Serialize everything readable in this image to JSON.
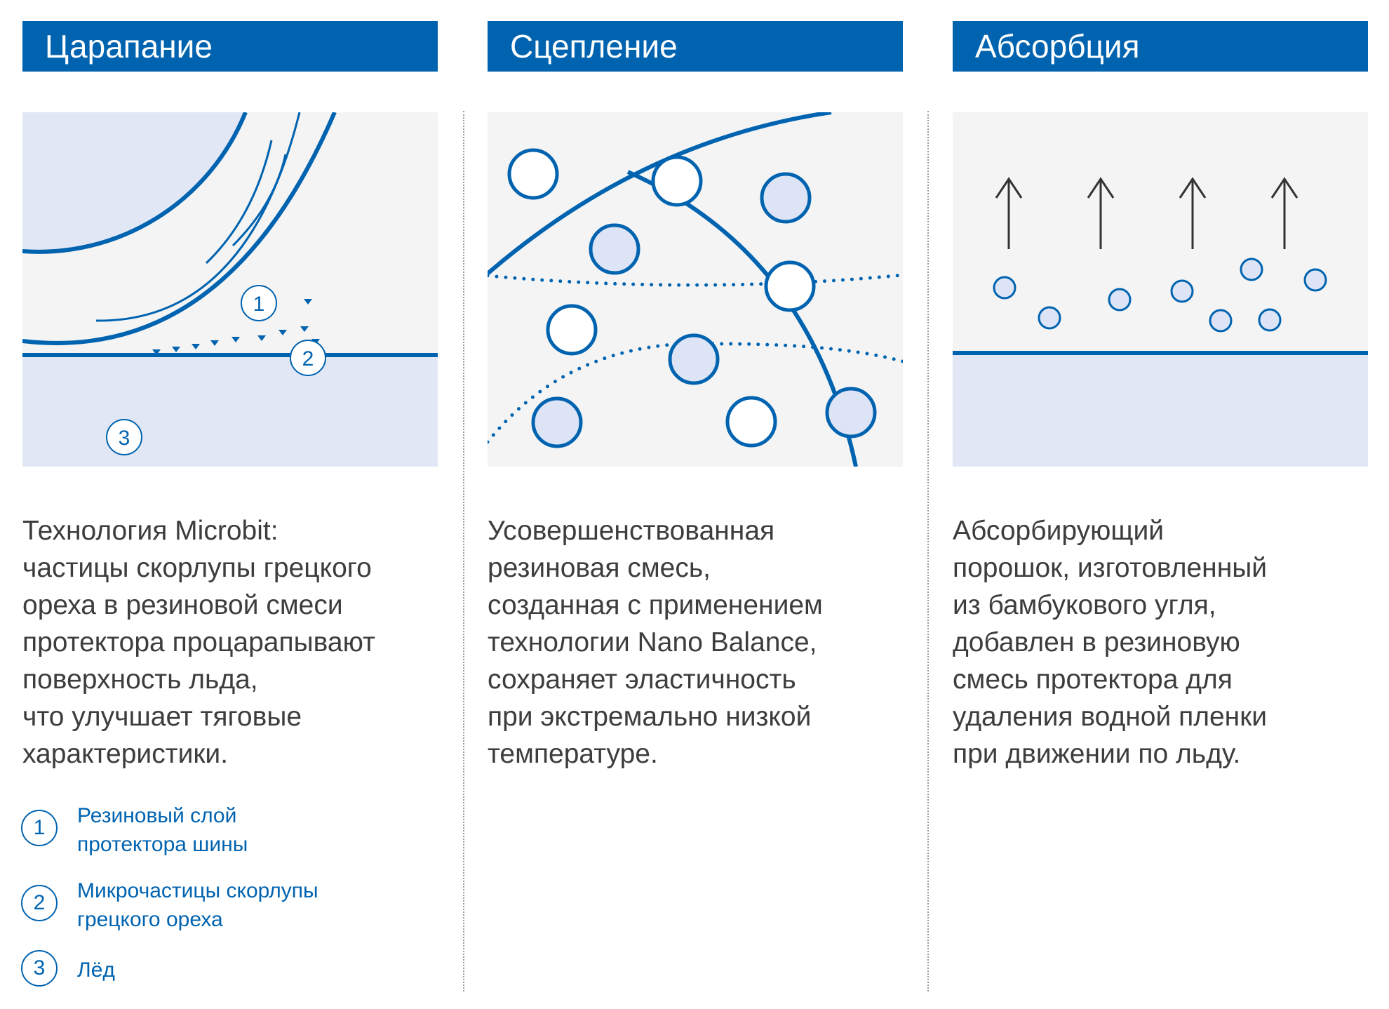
{
  "columns": [
    {
      "header": "Царапание",
      "description": [
        "Технология Microbit:",
        "частицы скорлупы грецкого",
        "ореха в резиновой смеси",
        "протектора процарапывают",
        "поверхность льда,",
        "что улучшает тяговые",
        "характеристики."
      ]
    },
    {
      "header": "Сцепление",
      "description": [
        "Усовершенствованная",
        "резиновая смесь,",
        "созданная с применением",
        "технологии Nano Balance,",
        "сохраняет эластичность",
        "при экстремально низкой",
        "температуре."
      ]
    },
    {
      "header": "Абсорбция",
      "description": [
        "Абсорбирующий",
        "порошок, изготовленный",
        "из бамбукового угля,",
        "добавлен в резиновую",
        "смесь протектора для",
        "удаления водной пленки",
        "при движении по льду."
      ]
    }
  ],
  "diagram_markers": [
    "1",
    "2",
    "3"
  ],
  "legend": [
    {
      "num": "1",
      "lines": [
        "Резиновый слой",
        "протектора шины"
      ]
    },
    {
      "num": "2",
      "lines": [
        "Микрочастицы скорлупы",
        "грецкого ореха"
      ]
    },
    {
      "num": "3",
      "lines": [
        "Лёд"
      ]
    }
  ],
  "colors": {
    "accent": "#0063b0",
    "panel_bg": "#f4f4f4",
    "ice": "#e2e7f6",
    "text": "#3d3d3d",
    "arrow": "#333333"
  }
}
